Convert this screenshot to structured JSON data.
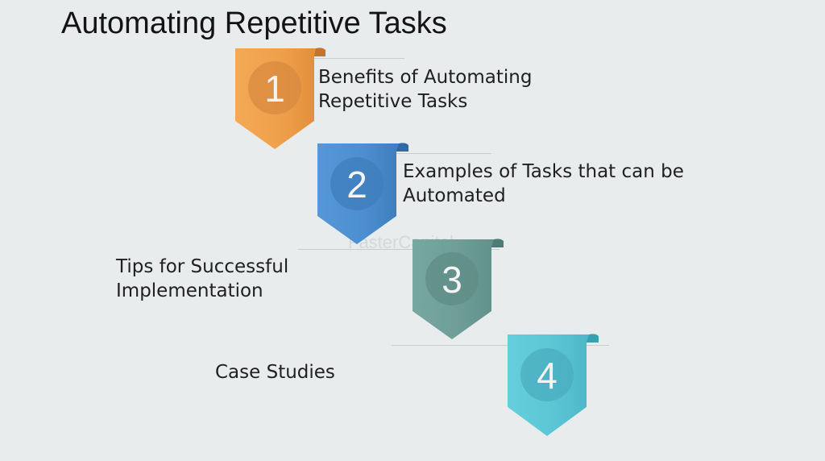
{
  "slide": {
    "title": "Automating Repetitive Tasks",
    "watermark": "FasterCapital"
  },
  "steps": [
    {
      "number": "1",
      "text_line1": "Benefits of Automating",
      "text_line2": "Repetitive Tasks",
      "color": "#f0a04a",
      "dark": "#c4752b",
      "circle": "#d88a40"
    },
    {
      "number": "2",
      "text_line1": "Examples of Tasks that can be",
      "text_line2": "Automated",
      "color": "#4c8fd0",
      "dark": "#2f6aa6",
      "circle": "#3f7dbc"
    },
    {
      "number": "3",
      "text_line1": "Tips for Successful",
      "text_line2": "Implementation",
      "color": "#6f9e98",
      "dark": "#4f7b76",
      "circle": "#5f8c86"
    },
    {
      "number": "4",
      "text_line1": "Case Studies",
      "text_line2": "",
      "color": "#5cc6d6",
      "dark": "#36a1b3",
      "circle": "#4aaebf"
    }
  ]
}
